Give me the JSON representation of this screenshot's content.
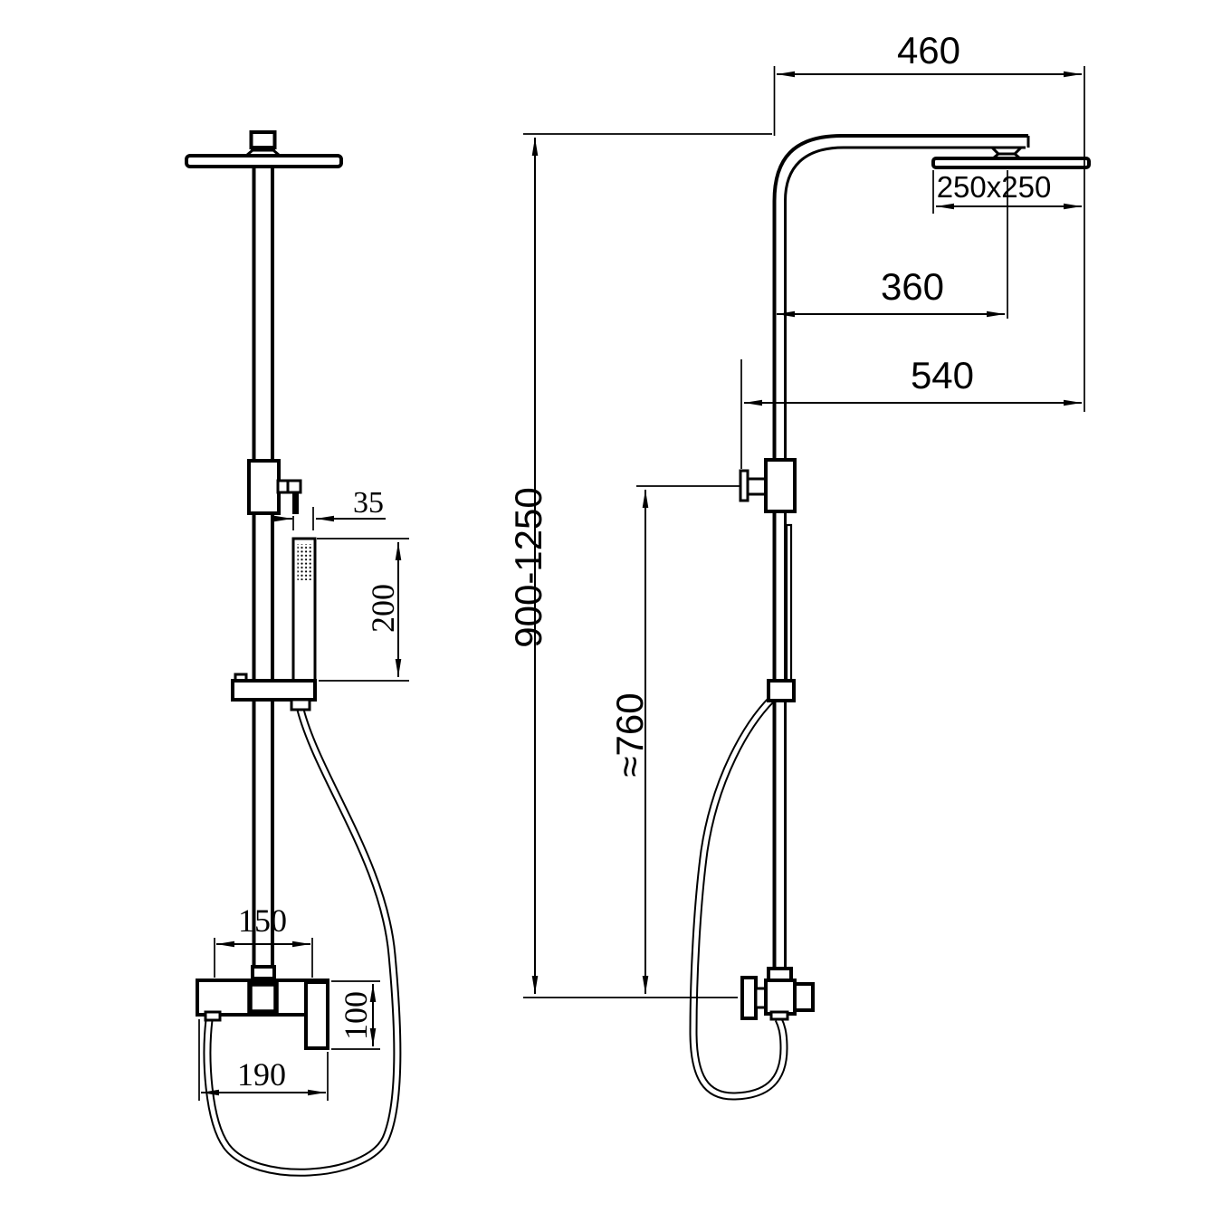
{
  "drawing": {
    "subject": "shower-column-technical-drawing",
    "units": "mm",
    "colors": {
      "line": "#000000",
      "background": "#ffffff"
    },
    "views": {
      "front": {
        "dims": {
          "hand_shower_width": "35",
          "hand_shower_length": "200",
          "inlet_centres": "150",
          "mixer_body_height": "100",
          "mixer_width": "190"
        }
      },
      "side": {
        "dims": {
          "arm_projection": "460",
          "head_size": "250x250",
          "head_centre_from_riser": "360",
          "head_edge_from_wall": "540",
          "riser_height_range": "900-1250",
          "holder_height_approx": "≈760"
        }
      }
    }
  }
}
